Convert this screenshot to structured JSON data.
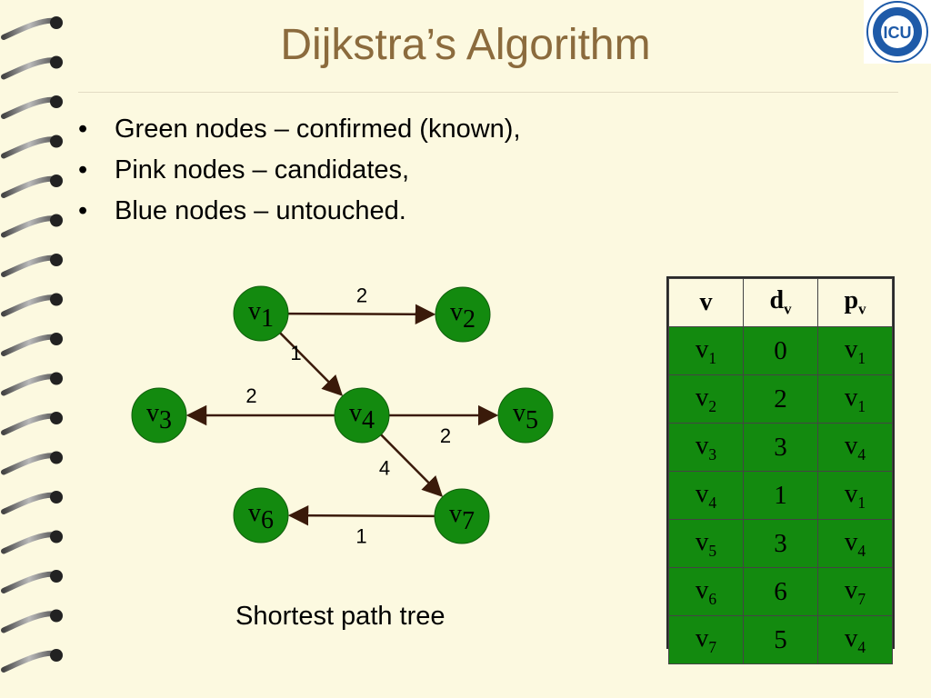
{
  "slide": {
    "title": "Dijkstra’s Algorithm",
    "logo_text": "ICU",
    "bullets": [
      {
        "marker": "•",
        "text": "Green nodes – confirmed (known),"
      },
      {
        "marker": "•",
        "text": "Pink nodes – candidates,"
      },
      {
        "marker": "•",
        "text": "Blue nodes – untouched."
      }
    ],
    "caption": "Shortest path tree"
  },
  "colors": {
    "background": "#fcf9e0",
    "title": "#8b6b3d",
    "node_fill": "#138a0f",
    "table_cell": "#138a0f",
    "edge": "#3a1a0a"
  },
  "graph": {
    "nodes": [
      {
        "id": "v1",
        "base": "v",
        "sub": "1"
      },
      {
        "id": "v2",
        "base": "v",
        "sub": "2"
      },
      {
        "id": "v3",
        "base": "v",
        "sub": "3"
      },
      {
        "id": "v4",
        "base": "v",
        "sub": "4"
      },
      {
        "id": "v5",
        "base": "v",
        "sub": "5"
      },
      {
        "id": "v6",
        "base": "v",
        "sub": "6"
      },
      {
        "id": "v7",
        "base": "v",
        "sub": "7"
      }
    ],
    "edges": [
      {
        "from": "v1",
        "to": "v2",
        "weight": "2"
      },
      {
        "from": "v1",
        "to": "v4",
        "weight": "1"
      },
      {
        "from": "v4",
        "to": "v3",
        "weight": "2"
      },
      {
        "from": "v4",
        "to": "v5",
        "weight": "2"
      },
      {
        "from": "v4",
        "to": "v7",
        "weight": "4"
      },
      {
        "from": "v7",
        "to": "v6",
        "weight": "1"
      }
    ]
  },
  "table": {
    "headers": [
      {
        "base": "v",
        "sub": ""
      },
      {
        "base": "d",
        "sub": "v"
      },
      {
        "base": "p",
        "sub": "v"
      }
    ],
    "rows": [
      {
        "v": "1",
        "d": "0",
        "p": "1"
      },
      {
        "v": "2",
        "d": "2",
        "p": "1"
      },
      {
        "v": "3",
        "d": "3",
        "p": "4"
      },
      {
        "v": "4",
        "d": "1",
        "p": "1"
      },
      {
        "v": "5",
        "d": "3",
        "p": "4"
      },
      {
        "v": "6",
        "d": "6",
        "p": "7"
      },
      {
        "v": "7",
        "d": "5",
        "p": "4"
      }
    ]
  }
}
